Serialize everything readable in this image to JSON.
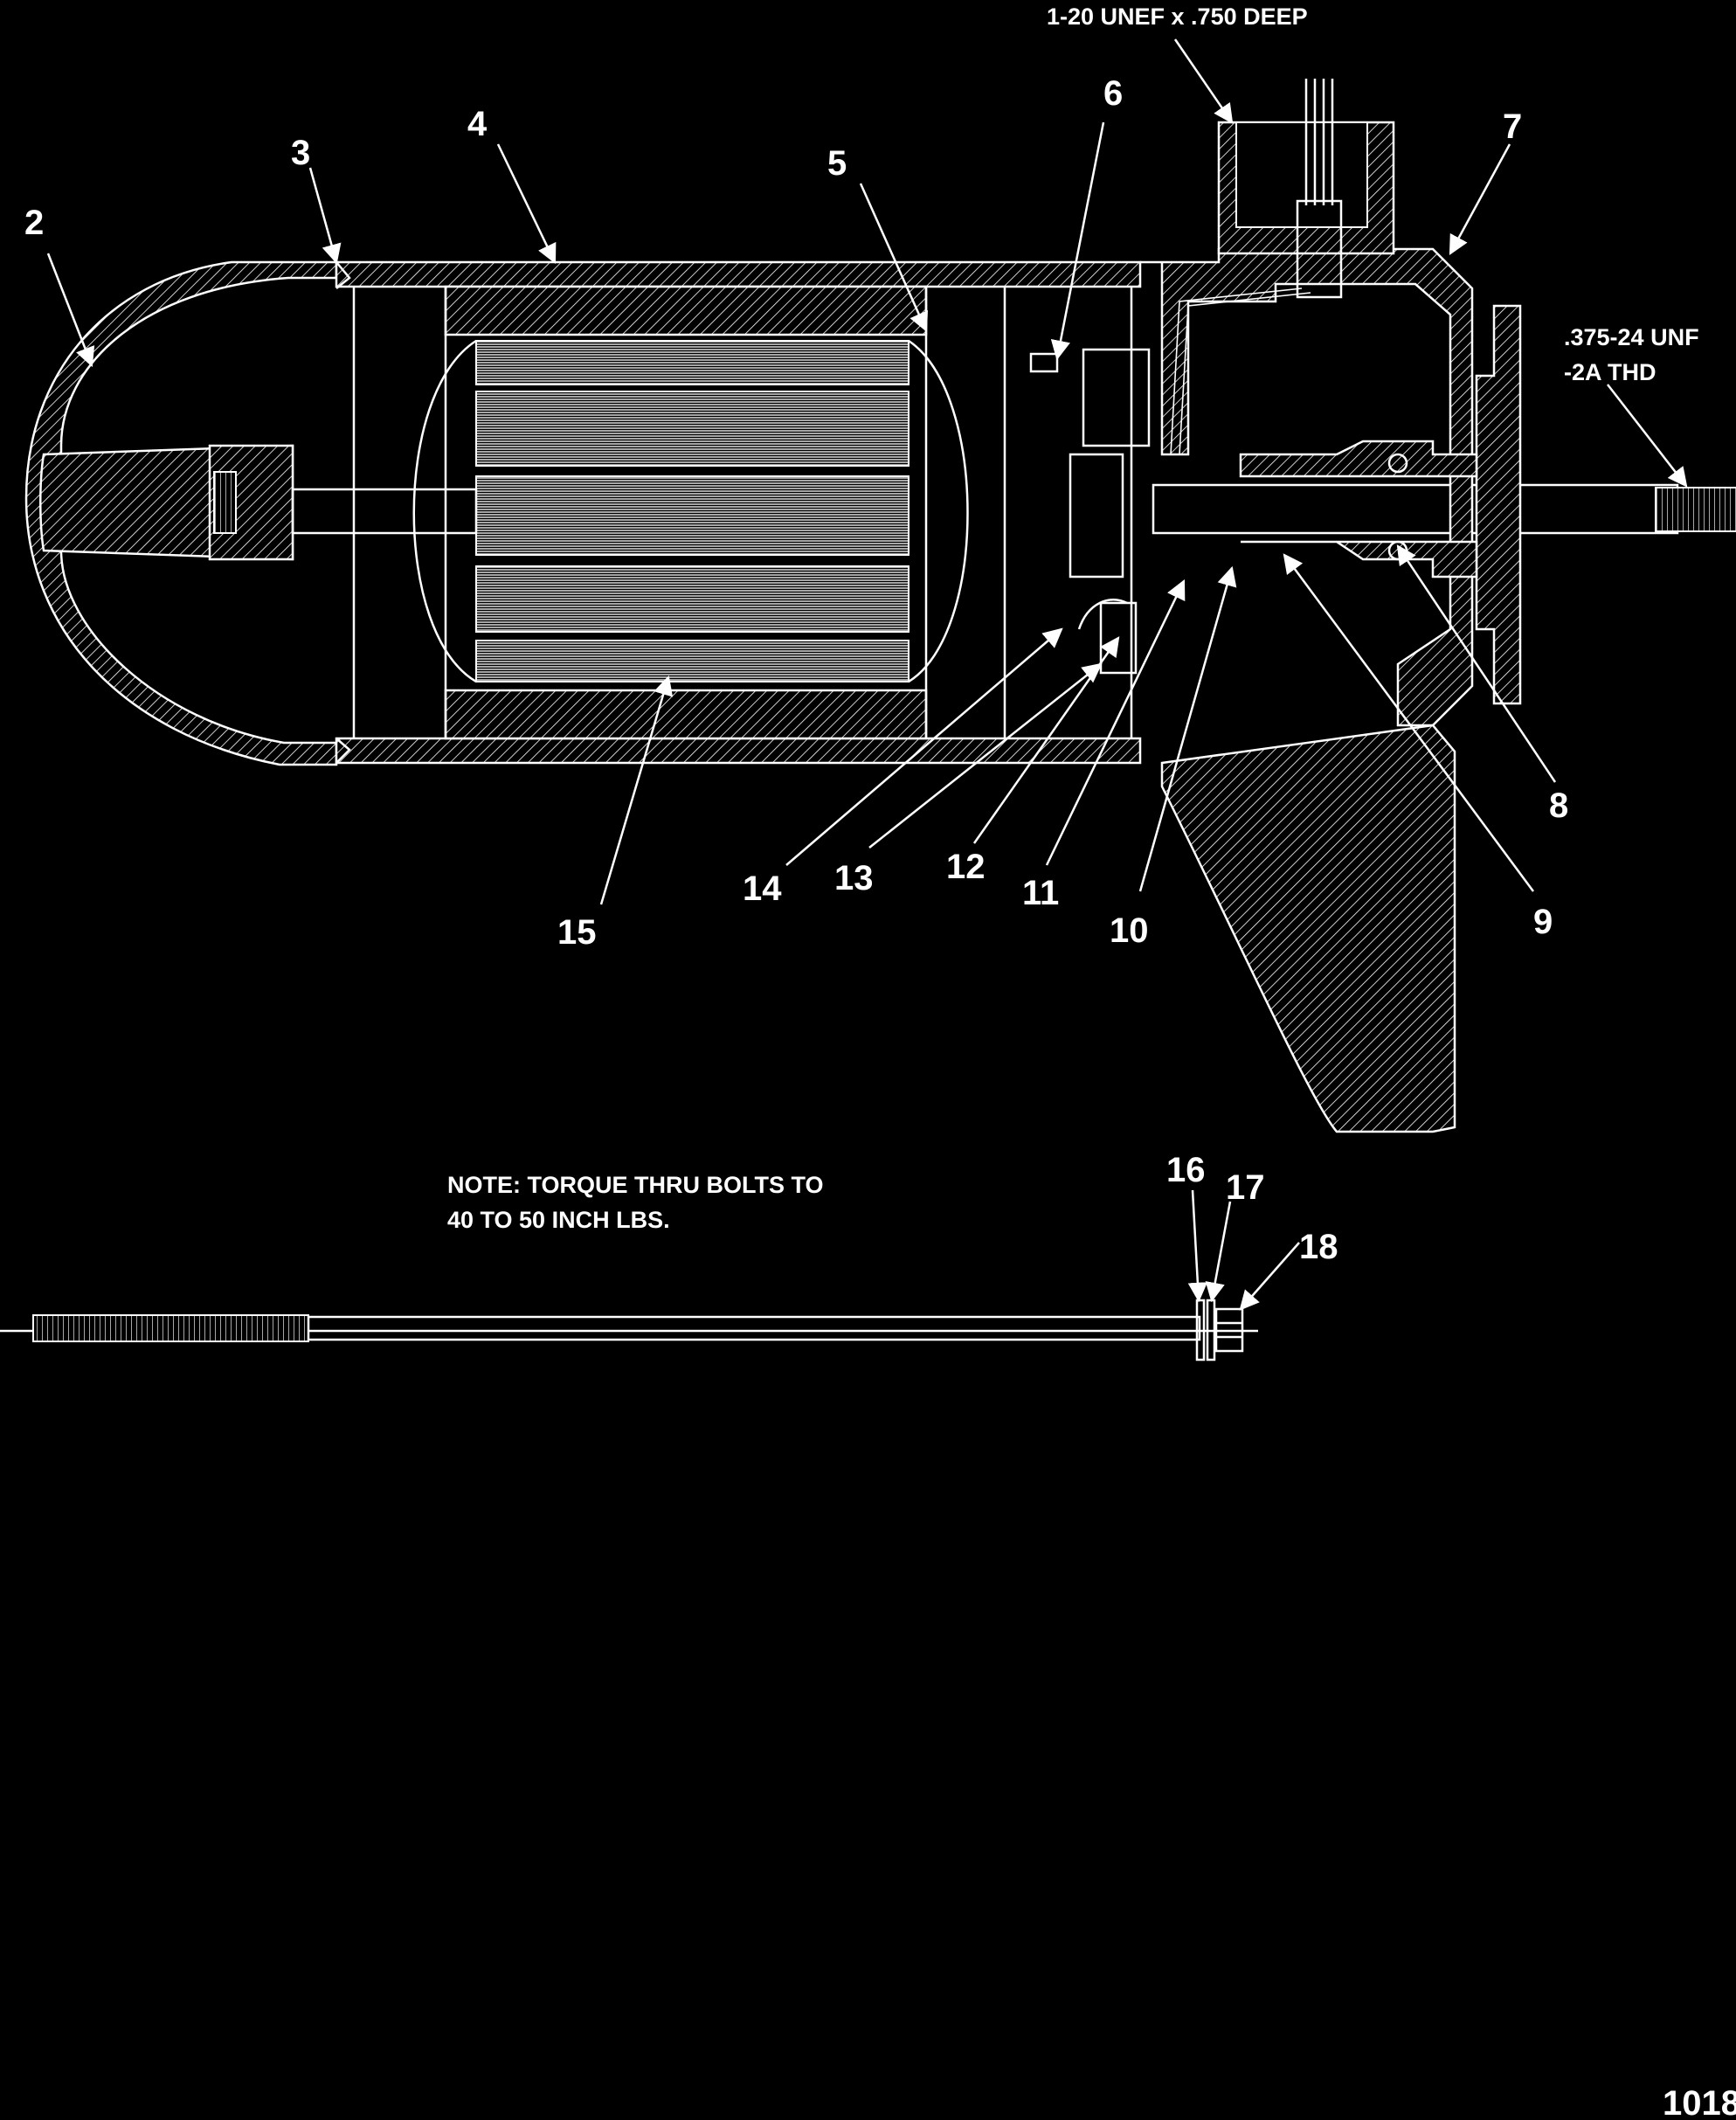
{
  "callouts": {
    "c2": "2",
    "c3": "3",
    "c4": "4",
    "c5": "5",
    "c6": "6",
    "c7": "7",
    "c8": "8",
    "c9": "9",
    "c10": "10",
    "c11": "11",
    "c12": "12",
    "c13": "13",
    "c14": "14",
    "c15": "15",
    "c16": "16",
    "c17": "17",
    "c18": "18"
  },
  "specs": {
    "top_thread": "1-20 UNEF x .750 DEEP",
    "shaft_thread_line1": ".375-24 UNF",
    "shaft_thread_line2": "-2A THD"
  },
  "note": {
    "line1": "NOTE: TORQUE THRU BOLTS TO",
    "line2": "40 TO 50 INCH LBS."
  },
  "figure_id": "1018"
}
